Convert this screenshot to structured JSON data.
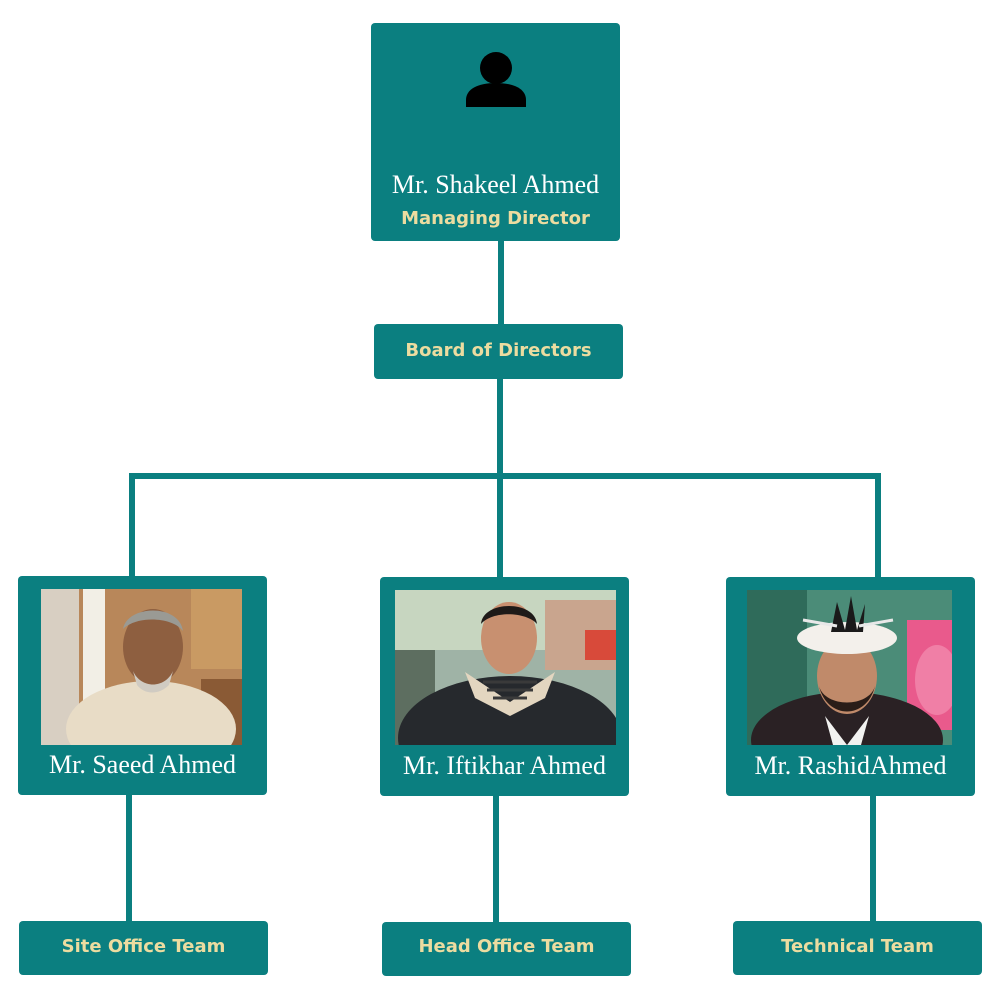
{
  "managing_director": {
    "name": "Mr. Shakeel Ahmed",
    "role": "Managing Director",
    "icon": "person-icon"
  },
  "board": {
    "label": "Board of Directors"
  },
  "directors": [
    {
      "name": "Mr. Saeed Ahmed",
      "team": "Site Office Team",
      "photo": "saeed-ahmed-photo"
    },
    {
      "name": "Mr. Iftikhar Ahmed",
      "team": "Head Office Team",
      "photo": "iftikhar-ahmed-photo"
    },
    {
      "name": "Mr. RashidAhmed",
      "team": "Technical Team",
      "photo": "rashid-ahmed-photo"
    }
  ],
  "colors": {
    "box": "#0b7f80",
    "name_text": "#ffffff",
    "label_text": "#ecdca0"
  }
}
